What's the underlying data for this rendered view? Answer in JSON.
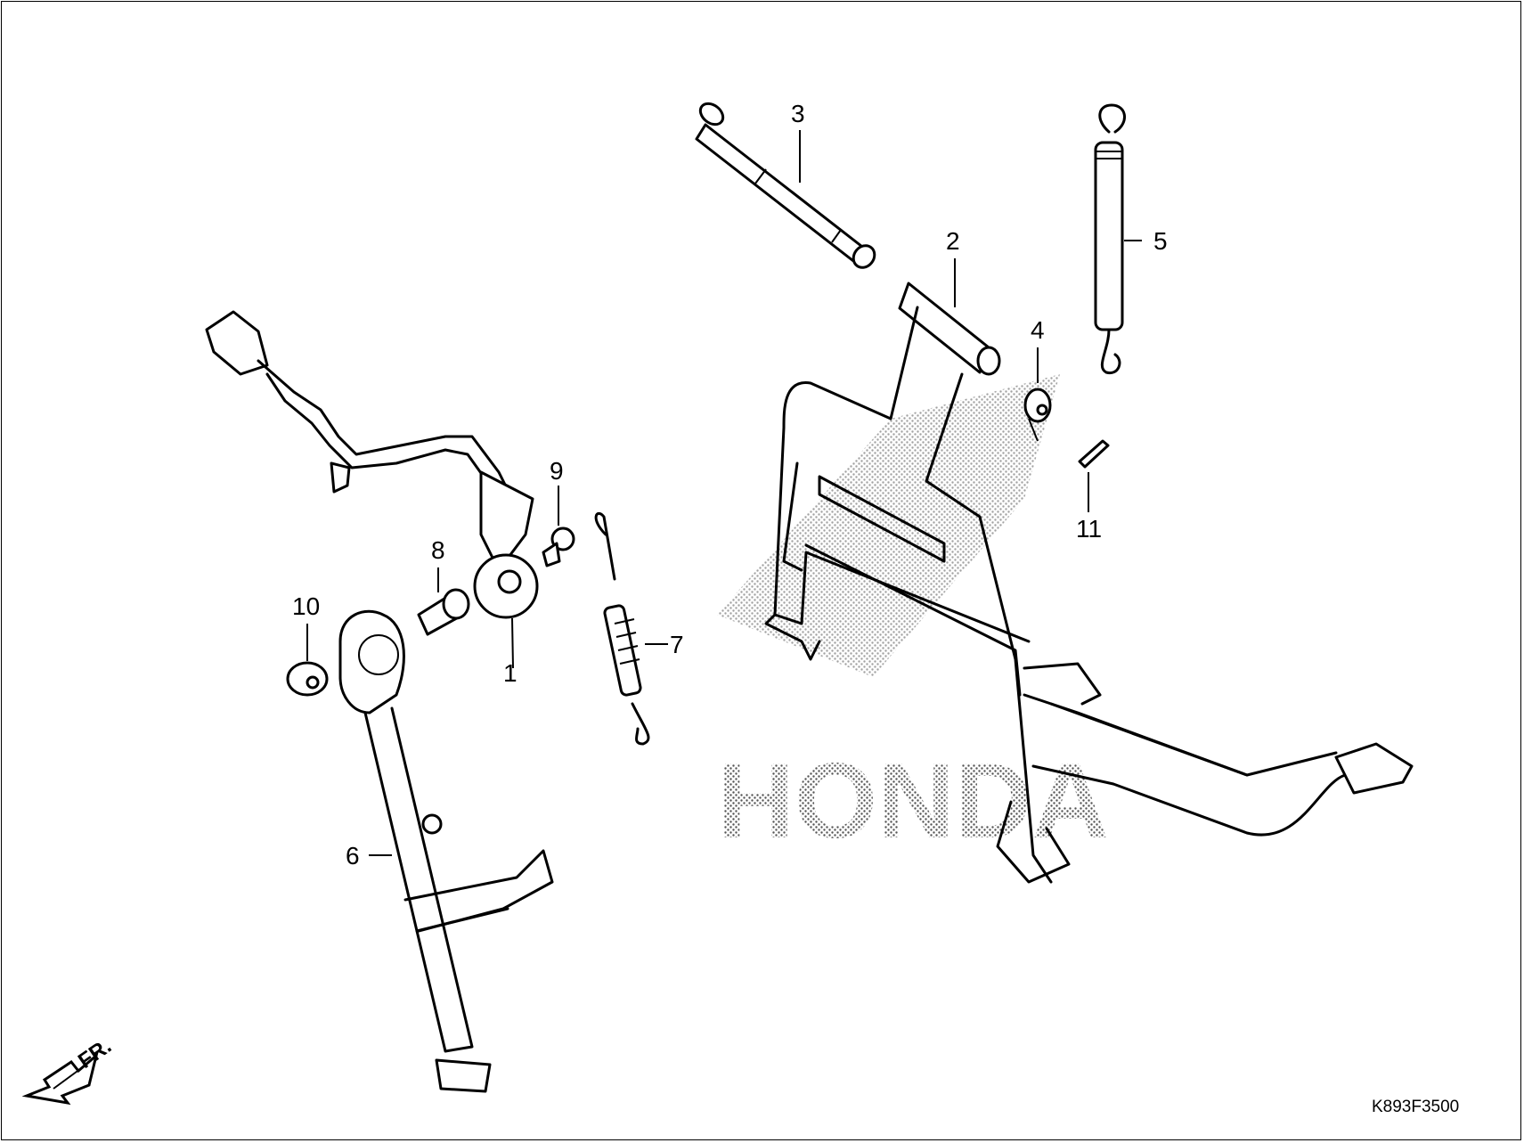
{
  "diagram": {
    "callouts": [
      {
        "id": "1",
        "label": "1"
      },
      {
        "id": "2",
        "label": "2"
      },
      {
        "id": "3",
        "label": "3"
      },
      {
        "id": "4",
        "label": "4"
      },
      {
        "id": "5",
        "label": "5"
      },
      {
        "id": "6",
        "label": "6"
      },
      {
        "id": "7",
        "label": "7"
      },
      {
        "id": "8",
        "label": "8"
      },
      {
        "id": "9",
        "label": "9"
      },
      {
        "id": "10",
        "label": "10"
      },
      {
        "id": "11",
        "label": "11"
      }
    ],
    "direction_label": "FR.",
    "diagram_code": "K893F3500",
    "watermark": "HONDA"
  }
}
